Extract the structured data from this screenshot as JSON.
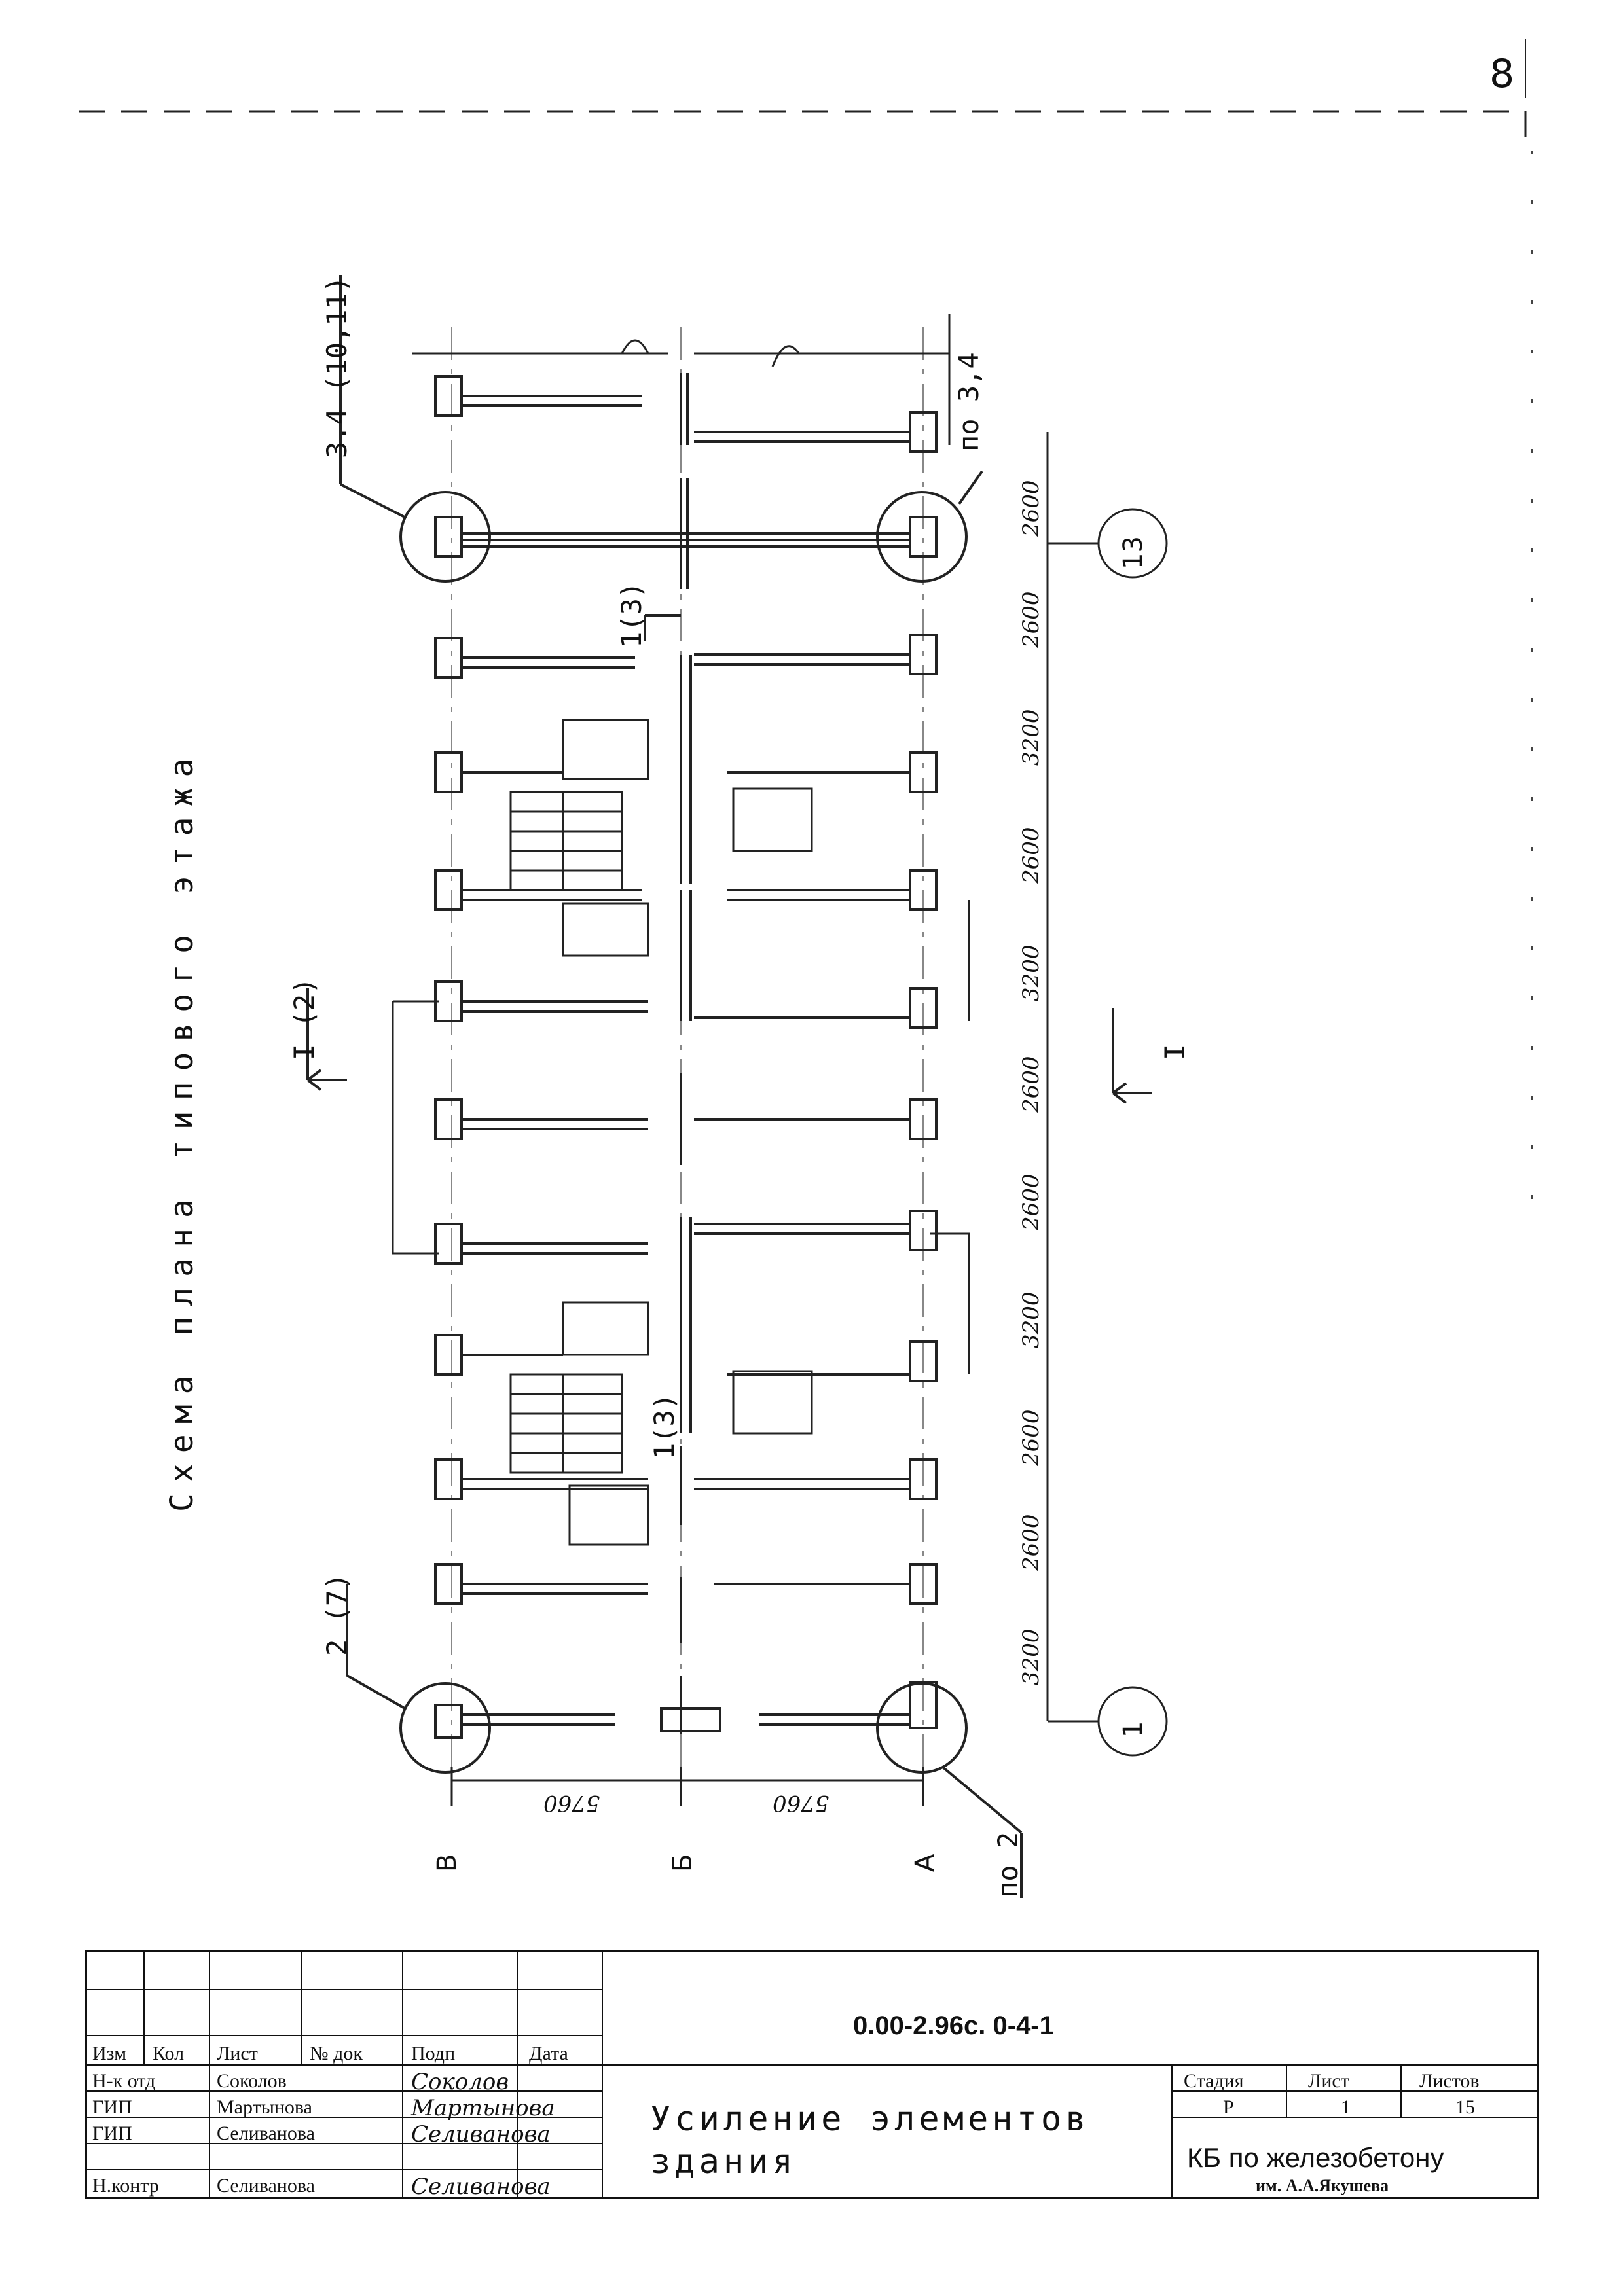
{
  "page_number": "8",
  "drawing_title": "Схема плана типового этажа",
  "callouts": {
    "top_left_circle": "3.4 (10,11)",
    "top_right_circle": "по 3,4",
    "bottom_left_circle": "2 (7)",
    "bottom_right_circle": "по 2",
    "section_upper": "I (2)",
    "section_lower": "I",
    "node_1": "1(3)",
    "node_2": "1(3)"
  },
  "dimensions_x": [
    "3200",
    "2600",
    "2600",
    "3200",
    "2600",
    "2600",
    "3200",
    "2600",
    "3200",
    "2600",
    "2600"
  ],
  "dimensions_y": [
    "5760",
    "5760"
  ],
  "axes": {
    "col_first": "1",
    "col_last": "13",
    "row_a": "А",
    "row_b": "Б",
    "row_v": "В"
  },
  "title_block": {
    "doc_code": "0.00-2.96с. 0-4-1",
    "headers": {
      "izm": "Изм",
      "kol": "Кол",
      "list": "Лист",
      "ndoc": "№ док",
      "podp": "Подп",
      "data": "Дата"
    },
    "rows": [
      {
        "role": "Н-к отд",
        "name": "Соколов",
        "sign": "Соколов"
      },
      {
        "role": "ГИП",
        "name": "Мартынова",
        "sign": "Мартынова"
      },
      {
        "role": "ГИП",
        "name": "Селиванова",
        "sign": "Селиванова"
      },
      {
        "role": "",
        "name": "",
        "sign": ""
      },
      {
        "role": "Н.контр",
        "name": "Селиванова",
        "sign": "Селиванова"
      }
    ],
    "subject_line1": "Усиление элементов",
    "subject_line2": "здания",
    "stage_label": "Стадия",
    "sheet_label": "Лист",
    "sheets_label": "Листов",
    "stage_value": "Р",
    "sheet_value": "1",
    "sheets_value": "15",
    "org_name": "КБ по железобетону",
    "org_sub": "им. А.А.Якушева"
  }
}
